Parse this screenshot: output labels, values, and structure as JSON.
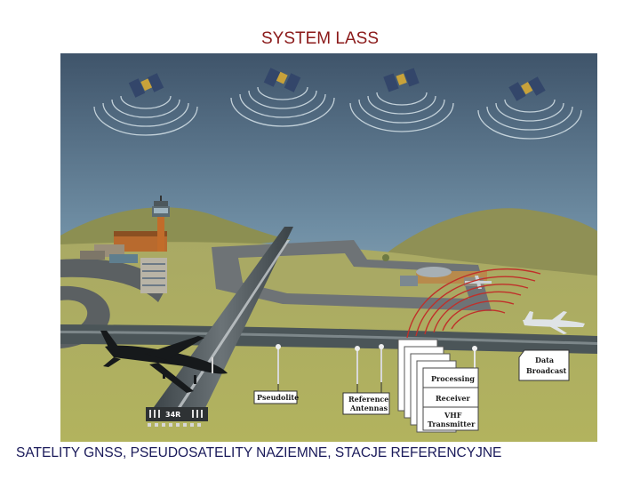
{
  "title": "SYSTEM LASS",
  "caption": "SATELITY GNSS, PSEUDOSATELITY NAZIEMNE, STACJE REFERENCYJNE",
  "labels": {
    "pseudolite": "Pseudolite",
    "reference_line1": "Reference",
    "reference_line2": "Antennas",
    "processing": "Processing",
    "receiver": "Receiver",
    "vhf_line1": "VHF",
    "vhf_line2": "Transmitter",
    "data_line1": "Data",
    "data_line2": "Broadcast",
    "runway": "34R"
  },
  "colors": {
    "title": "#8b1a1a",
    "caption": "#1a1a5a",
    "sky_top": "#43586e",
    "sky_bottom": "#a8c0cc",
    "grass": "#a4a85c",
    "signal_red": "#c0302a"
  }
}
